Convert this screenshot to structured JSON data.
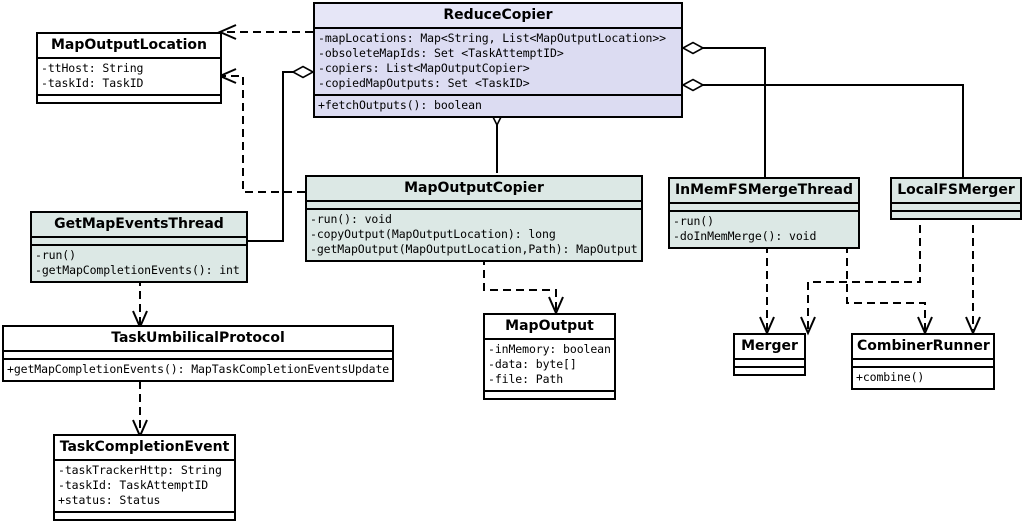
{
  "diagram": {
    "title": "Hadoop ReduceCopier UML class diagram",
    "colors": {
      "lavender_header": "#e6e6f7",
      "lavender_body": "#dcdcf2",
      "teal": "#dce8e5",
      "white": "#ffffff",
      "line": "#000000"
    }
  },
  "classes": {
    "reduce_copier": {
      "name": "ReduceCopier",
      "attributes": [
        "-mapLocations: Map<String, List<MapOutputLocation>>",
        "-obsoleteMapIds: Set <TaskAttemptID>",
        "-copiers: List<MapOutputCopier>",
        "-copiedMapOutputs: Set <TaskID>"
      ],
      "methods": [
        "+fetchOutputs(): boolean"
      ]
    },
    "map_output_location": {
      "name": "MapOutputLocation",
      "attributes": [
        "-ttHost: String",
        "-taskId: TaskID"
      ],
      "methods": []
    },
    "map_output_copier": {
      "name": "MapOutputCopier",
      "attributes": [],
      "methods": [
        "-run(): void",
        "-copyOutput(MapOutputLocation): long",
        "-getMapOutput(MapOutputLocation,Path): MapOutput"
      ]
    },
    "in_mem_fs_merge_thread": {
      "name": "InMemFSMergeThread",
      "attributes": [],
      "methods": [
        "-run()",
        "-doInMemMerge(): void"
      ]
    },
    "local_fs_merger": {
      "name": "LocalFSMerger",
      "attributes": [],
      "methods": []
    },
    "get_map_events_thread": {
      "name": "GetMapEventsThread",
      "attributes": [],
      "methods": [
        "-run()",
        "-getMapCompletionEvents(): int"
      ]
    },
    "task_umbilical_protocol": {
      "name": "TaskUmbilicalProtocol",
      "attributes": [],
      "methods": [
        "+getMapCompletionEvents(): MapTaskCompletionEventsUpdate"
      ]
    },
    "task_completion_event": {
      "name": "TaskCompletionEvent",
      "attributes": [
        "-taskTrackerHttp: String",
        "-taskId: TaskAttemptID",
        "+status: Status"
      ],
      "methods": []
    },
    "map_output": {
      "name": "MapOutput",
      "attributes": [
        "-inMemory: boolean",
        "-data: byte[]",
        "-file: Path"
      ],
      "methods": []
    },
    "merger": {
      "name": "Merger",
      "attributes": [],
      "methods": []
    },
    "combiner_runner": {
      "name": "CombinerRunner",
      "attributes": [],
      "methods": [
        "+combine()"
      ]
    }
  },
  "relationships": [
    {
      "from": "ReduceCopier",
      "to": "MapOutputLocation",
      "type": "dependency"
    },
    {
      "from": "MapOutputCopier",
      "to": "MapOutputLocation",
      "type": "dependency"
    },
    {
      "from": "ReduceCopier",
      "to": "MapOutputCopier",
      "type": "aggregation"
    },
    {
      "from": "ReduceCopier",
      "to": "GetMapEventsThread",
      "type": "aggregation"
    },
    {
      "from": "ReduceCopier",
      "to": "InMemFSMergeThread",
      "type": "aggregation"
    },
    {
      "from": "ReduceCopier",
      "to": "LocalFSMerger",
      "type": "aggregation"
    },
    {
      "from": "GetMapEventsThread",
      "to": "TaskUmbilicalProtocol",
      "type": "dependency"
    },
    {
      "from": "TaskUmbilicalProtocol",
      "to": "TaskCompletionEvent",
      "type": "dependency"
    },
    {
      "from": "MapOutputCopier",
      "to": "MapOutput",
      "type": "dependency"
    },
    {
      "from": "InMemFSMergeThread",
      "to": "Merger",
      "type": "dependency"
    },
    {
      "from": "InMemFSMergeThread",
      "to": "CombinerRunner",
      "type": "dependency"
    },
    {
      "from": "LocalFSMerger",
      "to": "Merger",
      "type": "dependency"
    },
    {
      "from": "LocalFSMerger",
      "to": "CombinerRunner",
      "type": "dependency"
    }
  ]
}
